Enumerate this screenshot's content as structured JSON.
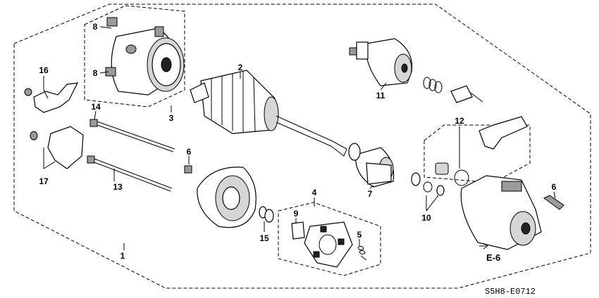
{
  "callouts": {
    "c1": "1",
    "c2": "2",
    "c3": "3",
    "c4": "4",
    "c5": "5",
    "c6a": "6",
    "c6b": "6",
    "c7": "7",
    "c8a": "8",
    "c8b": "8",
    "c9": "9",
    "c10": "10",
    "c11": "11",
    "c12": "12",
    "c13": "13",
    "c14": "14",
    "c15": "15",
    "c16": "16",
    "c17": "17"
  },
  "reference": "E-6",
  "diagram_code": "S5H8-E0712"
}
